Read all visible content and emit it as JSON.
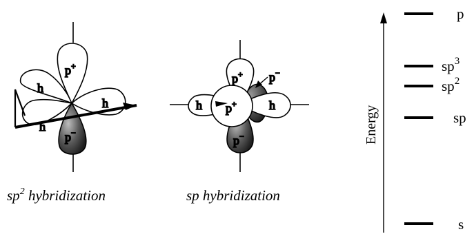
{
  "colors": {
    "ink": "#000000",
    "dark_lobe": "#3a3a3a",
    "background": "#ffffff"
  },
  "sp2_panel": {
    "caption_base": "sp",
    "caption_sup": "2",
    "caption_rest": " hybridization",
    "lobes": {
      "h_upper": "h",
      "h_right": "h",
      "h_lower": "h",
      "p_plus": "p",
      "p_plus_sign": "+",
      "p_minus": "p",
      "p_minus_sign": "−"
    }
  },
  "sp_panel": {
    "caption": "sp hybridization",
    "lobes": {
      "h_left": "h",
      "h_right": "h",
      "p_plus_top": "p",
      "p_plus_top_sign": "+",
      "p_plus_front": "p",
      "p_plus_front_sign": "+",
      "p_minus_bottom": "p",
      "p_minus_bottom_sign": "−",
      "p_minus_back": "p",
      "p_minus_back_sign": "−"
    }
  },
  "energy_diagram": {
    "axis_label": "Energy",
    "levels": [
      {
        "base": "p",
        "sup": ""
      },
      {
        "base": "sp",
        "sup": "3"
      },
      {
        "base": "sp",
        "sup": "2"
      },
      {
        "base": "sp",
        "sup": ""
      },
      {
        "base": "s",
        "sup": ""
      }
    ]
  }
}
